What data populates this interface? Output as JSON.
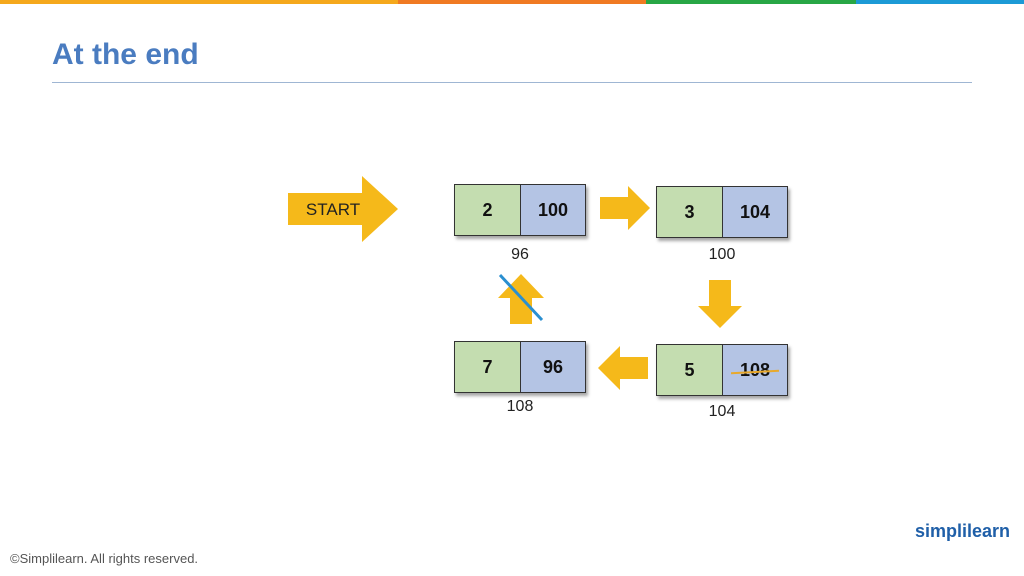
{
  "slide": {
    "title": "At the end",
    "copyright": "©Simplilearn. All rights reserved.",
    "logo_text": "simplilearn"
  },
  "start_label": "START",
  "nodes": [
    {
      "value": "2",
      "pointer": "100",
      "address": "96"
    },
    {
      "value": "3",
      "pointer": "104",
      "address": "100"
    },
    {
      "value": "5",
      "pointer": "108",
      "address": "104"
    },
    {
      "value": "7",
      "pointer": "96",
      "address": "108"
    }
  ],
  "colors": {
    "title": "#4a7cc0",
    "arrow": "#f5b91a",
    "node_value_fill": "#c4ddb0",
    "node_pointer_fill": "#b4c4e4",
    "strike_through": "#e8a92c",
    "cross_out_line": "#2a8fd0",
    "top_bar": [
      "#f5a81c",
      "#f07a22",
      "#28a745",
      "#1c9ad6"
    ]
  }
}
